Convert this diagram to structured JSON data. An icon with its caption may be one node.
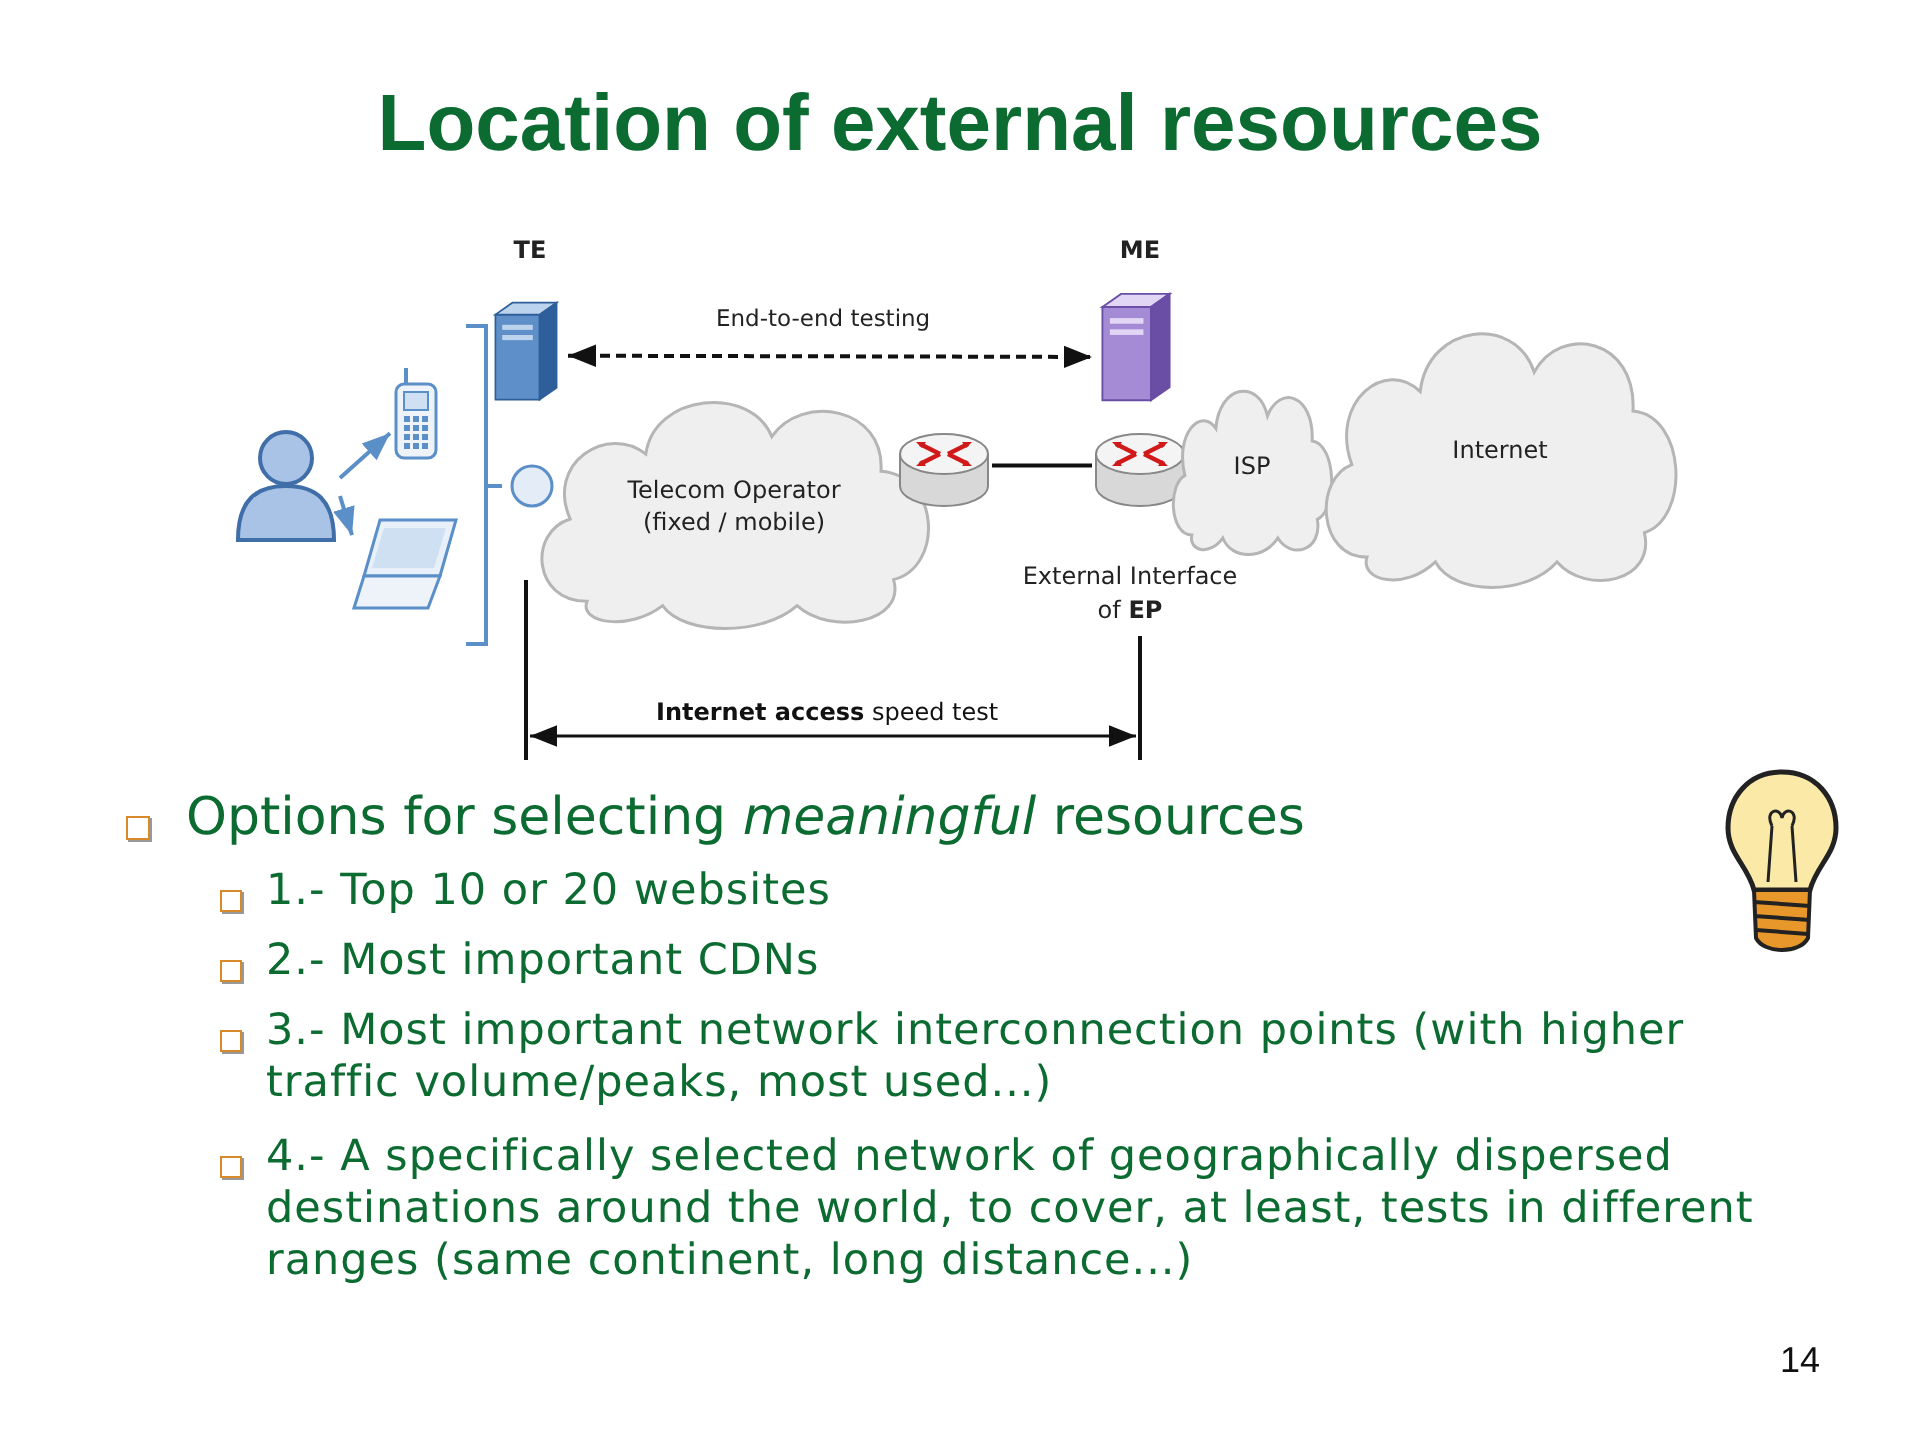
{
  "diagram": {
    "title": "Location of external resources",
    "nodes": [
      {
        "text": [],
        "shape": "person"
      },
      {
        "text": [],
        "shape": "picture"
      },
      {
        "text": [],
        "shape": "picture"
      },
      {
        "text": [
          "TE"
        ]
      },
      {
        "text": [],
        "shape": "circle"
      },
      {
        "text": [
          "Telecom Operator (fixed / mobile)"
        ]
      },
      {
        "text": [],
        "shape": "cylinder"
      },
      {
        "text": [],
        "shape": "cylinder"
      },
      {
        "text": [
          "ME"
        ]
      },
      {
        "text": [
          "ISP"
        ]
      },
      {
        "text": [
          "Internet"
        ]
      }
    ],
    "edges": [
      {
        "from": 0,
        "to": 1,
        "arrow": "to",
        "color": "#5b8fc7"
      },
      {
        "from": 0,
        "to": 2,
        "arrow": "to",
        "color": "#5b8fc7"
      },
      {
        "from": 6,
        "to": 7,
        "arrow": "none",
        "color": "#111111"
      },
      {
        "from": 3,
        "to": 8,
        "arrow": "both",
        "style": "dashed",
        "color": "#111111",
        "label": "End-to-end testing"
      }
    ],
    "labels": [
      "External Interface of **EP**",
      "**Internet access** speed test",
      "Options for selecting *meaningful* resources",
      "1.- Top 10 or 20 websites",
      "2.- Most important CDNs",
      "3.- Most important network interconnection points (with higher traffic volume/peaks, most used...)",
      "4.- A specifically selected network of geographically dispersed destinations around the world, to cover, at least, tests in different ranges (same continent, long distance...)",
      "14"
    ]
  }
}
